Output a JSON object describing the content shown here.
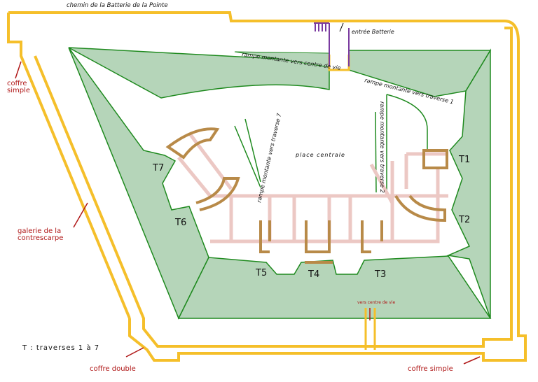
{
  "title": "chemin de la Batterie de la Pointe",
  "labels": {
    "entree": "entrée Batterie",
    "rampe_centre": "rampe montante vers centre de vie",
    "rampe_t1": "rampe montante vers traverse 1",
    "rampe_t2": "rampe montante vers traverse 2",
    "rampe_t7": "rampe montante vers traverse 7",
    "place": "place centrale",
    "vers_centre": "vers centre de vie",
    "legend": "T : traverses 1 à 7"
  },
  "annotations": {
    "coffre_simple_1": "coffre",
    "coffre_simple_1b": "simple",
    "galerie_1": "galerie de la",
    "galerie_2": "contrescarpe",
    "coffre_double": "coffre double",
    "coffre_simple_2": "coffre simple"
  },
  "traverses": [
    "T1",
    "T2",
    "T3",
    "T4",
    "T5",
    "T6",
    "T7"
  ],
  "colors": {
    "wall": "#f5bf2a",
    "glacis": "#b5d5b9",
    "outline": "#1f8a1f",
    "traverse": "#b88a48",
    "ruins": "#ecc8c4",
    "annot": "#b01818"
  }
}
